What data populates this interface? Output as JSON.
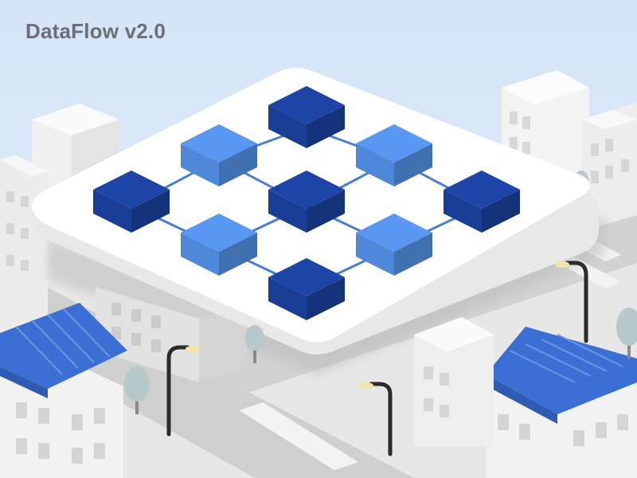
{
  "app": {
    "title": "DataFlow v2.0"
  },
  "scene": {
    "description_role": "illustration",
    "colors": {
      "sky": "#d6e6f8",
      "platform": "#ffffff",
      "node_dark": "#1a3e96",
      "node_light": "#4f88d8",
      "connector": "#4a7fd0",
      "roof": "#3b6fd4",
      "building": "#f2f2f2",
      "ground": "#dcdcdc"
    },
    "icons": [
      "network-node-cube",
      "street-lamp",
      "tree",
      "building"
    ]
  }
}
